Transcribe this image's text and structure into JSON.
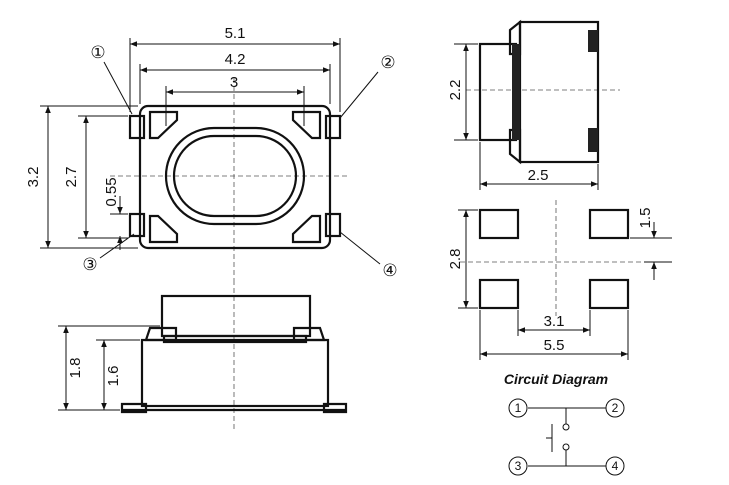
{
  "diagram_title": "Circuit Diagram",
  "top_view": {
    "width_overall": "5.1",
    "width_body": "4.2",
    "width_actuator": "3",
    "height_overall": "3.2",
    "height_body": "2.7",
    "terminal_width": "0.55",
    "pin_labels": [
      "①",
      "②",
      "③",
      "④"
    ]
  },
  "side_view": {
    "height_total": "1.8",
    "height_body": "1.6"
  },
  "end_view": {
    "height": "2.2",
    "width": "2.5"
  },
  "pad_layout": {
    "pad_height": "1.5",
    "row_spacing": "2.8",
    "inner_spacing": "3.1",
    "outer_spacing": "5.5"
  },
  "circuit": {
    "pin_labels": [
      "1",
      "2",
      "3",
      "4"
    ]
  }
}
